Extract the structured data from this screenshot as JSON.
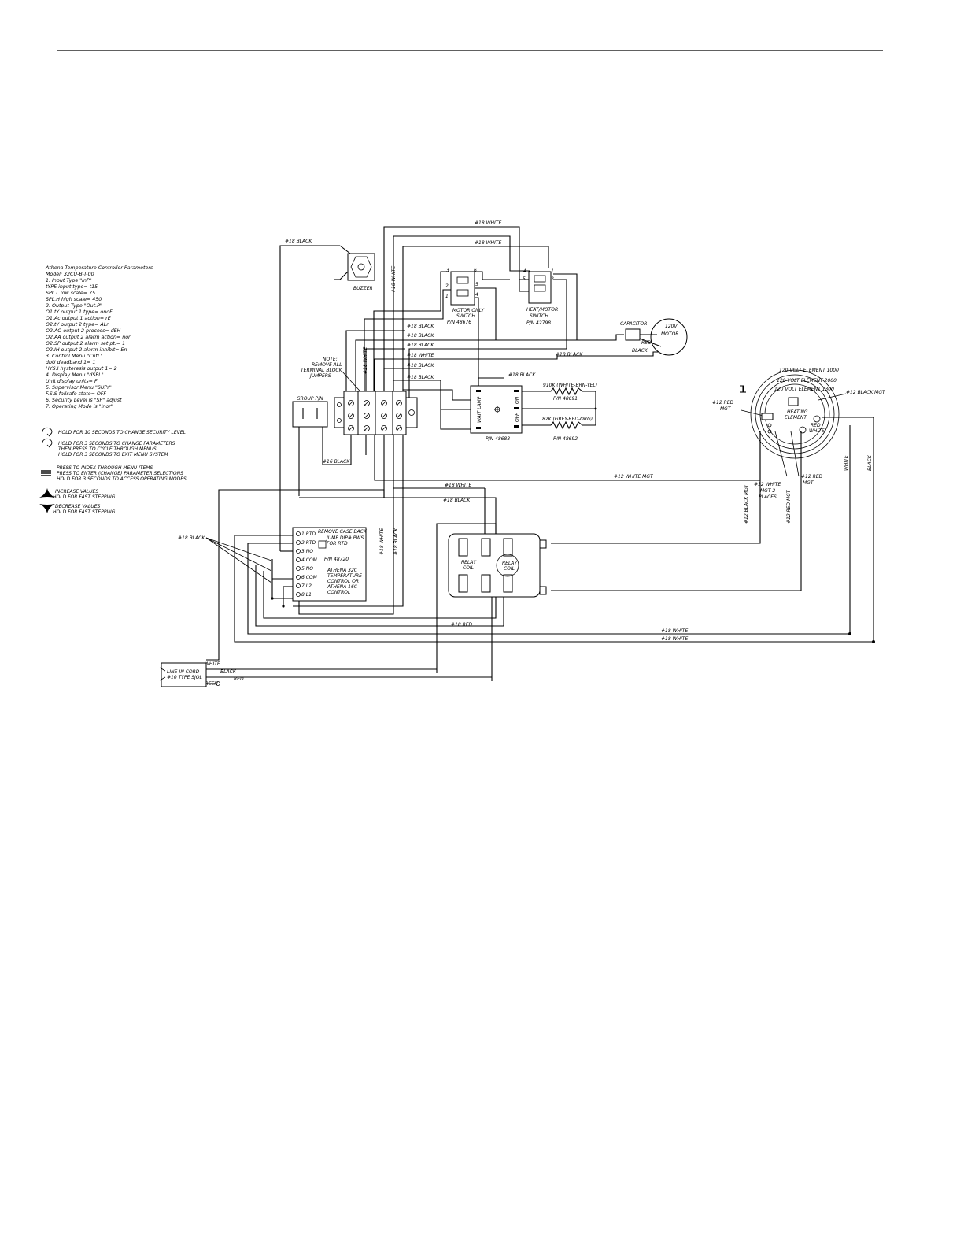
{
  "params": {
    "title": "Athena Temperature Controller Parameters",
    "model": "Model: 32CU-B-T-00",
    "lines": [
      "1. Input Type \"InP\"",
      "   tYPE  input type= t15",
      "   SPL.L  low scale= 75",
      "   SPL.H  high scale= 450",
      "2. Output Type \"Out.P\"",
      "   O1.tY  output 1 type= onoF",
      "   O1.Ac  output 1 action= rE",
      "   O2.tY  output 2 type= ALr",
      "   O2.AO  output 2 process= dEH",
      "   O2.AA  output 2 alarm action= nor",
      "   O2.SP  output 2 alarm set pt.= 1",
      "   O2.IH  output 2 alarm inhibit= En",
      "3. Control Menu \"CntL\"",
      "   dbU    deadband 1= 1",
      "   HYS.I  hysteresis output 1= 2",
      "4. Display Menu \"dSPL\"",
      "   Unit   display units= F",
      "5. Supervisor Menu \"SUPr\"",
      "   F.S.S  failsafe state= OFF",
      "6. Security Level is \"SP\" adjust",
      "7. Operating Mode is \"Inor\""
    ]
  },
  "key_legend": [
    {
      "icon": "rotate-icon",
      "lines": [
        "HOLD FOR 10 SECONDS TO CHANGE SECURITY LEVEL"
      ]
    },
    {
      "icon": "rotate-icon",
      "lines": [
        "HOLD FOR 3 SECONDS TO CHANGE PARAMETERS",
        "THEN PRESS TO CYCLE THROUGH MENUS",
        "HOLD FOR 3 SECONDS TO EXIT MENU SYSTEM"
      ]
    },
    {
      "icon": "menu-icon",
      "lines": [
        "PRESS TO INDEX THROUGH MENU ITEMS",
        "PRESS TO ENTER (CHANGE) PARAMETER SELECTIONS",
        "HOLD FOR 3 SECONDS TO ACCESS OPERATING MODES"
      ]
    },
    {
      "icon": "up-arrow-icon",
      "lines": [
        "INCREASE VALUES",
        "HOLD FOR FAST STEPPING"
      ]
    },
    {
      "icon": "down-arrow-icon",
      "lines": [
        "DECREASE VALUES",
        "HOLD FOR FAST STEPPING"
      ]
    }
  ],
  "wires": {
    "w18_white_1": "#18 WHITE",
    "w18_white_2": "#18 WHITE",
    "w18_white_v1": "#18 WHITE",
    "w18_white_v2": "#18 WHITE",
    "w18_black_top": "#18 BLACK",
    "w18_black_1": "#18 BLACK",
    "w18_black_2": "#18 BLACK",
    "w18_black_3": "#18 BLACK",
    "w18_white_3": "#18 WHITE",
    "w18_black_4": "#18 BLACK",
    "w18_black_5": "#18 BLACK",
    "w18_black_right": "#18 BLACK",
    "w18_black_dlp": "#18 BLACK",
    "w16_black": "#16 BLACK",
    "w12_white_mgt": "#12 WHITE MGT",
    "w18_white_mid": "#18 WHITE",
    "w18_black_mid": "#18 BLACK",
    "w18_black_left": "#18 BLACK",
    "w18_white_v3": "#18 WHITE",
    "w18_black_v3": "#18 BLACK",
    "w18_red": "#18 RED",
    "w18_white_bot1": "#18 WHITE",
    "w18_white_bot2": "#18 WHITE",
    "w12_black_mgt_v": "#12 BLACK MGT",
    "w12_red_mgt_v": "#12 RED MGT",
    "w12_black_mgt_r": "#12 BLACK MGT",
    "w12_red_mgt_l": "#12 RED",
    "w12_red_mgt_l2": "MGT",
    "w12_red_mgt_b": "#12 RED",
    "w12_red_mgt_b2": "MGT",
    "w12_white_mgt_r1": "#12 WHITE",
    "w12_white_mgt_r2": "MGT 2",
    "w12_white_mgt_r3": "PLACES",
    "white_v_right": "WHITE",
    "black_v_right": "BLACK",
    "cord_white": "WHITE",
    "cord_black": "BLACK",
    "cord_red": "RED",
    "cord_green": "GREEN",
    "cap_red": "RED",
    "cap_black": "BLACK"
  },
  "components": {
    "buzzer": "BUZZER",
    "motor_only_switch": [
      "MOTOR ONLY",
      "SWITCH",
      "P/N 48676"
    ],
    "heat_motor_switch": [
      "HEAT/MOTOR",
      "SWITCH",
      "P/N 42798"
    ],
    "capacitor": "CAPACITOR",
    "motor": [
      "120V",
      "MOTOR"
    ],
    "note": [
      "NOTE:",
      "REMOVE ALL",
      "TERMINAL BLOCK",
      "JUMPERS"
    ],
    "group_pn": "GROUP P/N",
    "resistor1": [
      "910K (WHITE-BRN-YEL)",
      "P/N 48691"
    ],
    "resistor2": [
      "82K (GREY-RED-ORG)",
      "P/N 48692"
    ],
    "switch_pn": "P/N 48688",
    "switch_labels": [
      "WAIT LAMP",
      "ON",
      "OFF"
    ],
    "elements": [
      "120 VOLT ELEMENT 1000",
      "120 VOLT ELEMENT 2000",
      "120 VOLT ELEMENT 1300"
    ],
    "element_center": [
      "HEATING",
      "ELEMENT"
    ],
    "element_ext": [
      "RED",
      "WHITE"
    ],
    "controller_terms": [
      "1 RTD",
      "2 RTD",
      "3 NO",
      "4 COM",
      "5 NO",
      "6 COM",
      "7 L2",
      "8 L1"
    ],
    "controller_note": [
      "REMOVE CASE BACK",
      "JUMP DIP# PWS",
      "FOR RTD"
    ],
    "controller_pn": "P/N 48720",
    "controller_desc": [
      "ATHENA 32C",
      "TEMPERATURE",
      "CONTROL OR",
      "ATHENA 16C",
      "CONTROL"
    ],
    "relay": [
      "RELAY",
      "COIL"
    ],
    "relay_center": [
      "RELAY",
      "COIL"
    ],
    "cord": [
      "LINE-IN CORD",
      "#10 TYPE SJOL"
    ]
  }
}
